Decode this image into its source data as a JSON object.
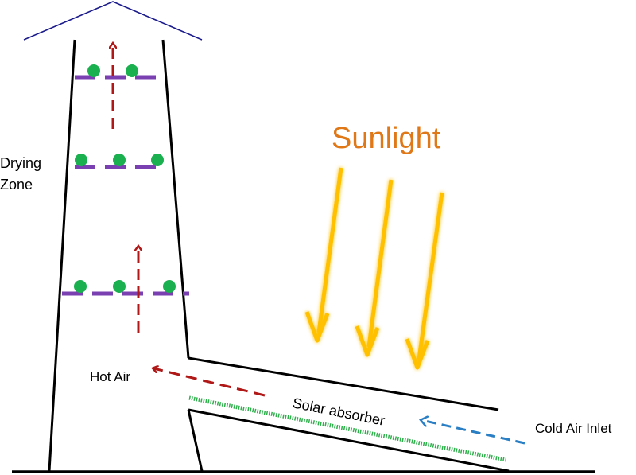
{
  "labels": {
    "sunlight": "Sunlight",
    "drying_zone_line1": "Drying",
    "drying_zone_line2": "Zone",
    "hot_air": "Hot Air",
    "solar_absorber": "Solar absorber",
    "cold_air_inlet": "Cold Air Inlet"
  },
  "icons": {
    "sun_ray": "arrow-down",
    "air_flow": "dashed-arrow",
    "product": "green-dot",
    "tray": "dashed-tray"
  },
  "colors": {
    "outline": "#000000",
    "roof": "#1a1a8c",
    "hot_air": "#b01818",
    "cold_air": "#2a7fc4",
    "sunlight_text": "#e07818",
    "sun_ray": "#ffc000",
    "tray": "#7a3fb0",
    "product": "#1ab04f",
    "absorber": "#2db04a"
  }
}
